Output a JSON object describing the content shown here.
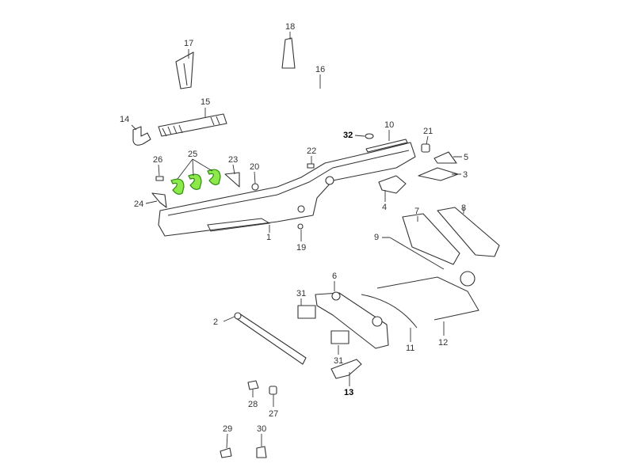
{
  "diagram": {
    "highlight_color": "#66dd22",
    "callouts": {
      "p1": "1",
      "p2": "2",
      "p3": "3",
      "p4": "4",
      "p5": "5",
      "p6": "6",
      "p7": "7",
      "p8": "8",
      "p9": "9",
      "p10": "10",
      "p11": "11",
      "p12": "12",
      "p13": "13",
      "p14": "14",
      "p15": "15",
      "p16": "16",
      "p17": "17",
      "p18": "18",
      "p19": "19",
      "p20": "20",
      "p21": "21",
      "p22": "22",
      "p23": "23",
      "p24": "24",
      "p25": "25",
      "p26": "26",
      "p27": "27",
      "p28": "28",
      "p29": "29",
      "p30": "30",
      "p31": "31",
      "p32": "32"
    }
  }
}
